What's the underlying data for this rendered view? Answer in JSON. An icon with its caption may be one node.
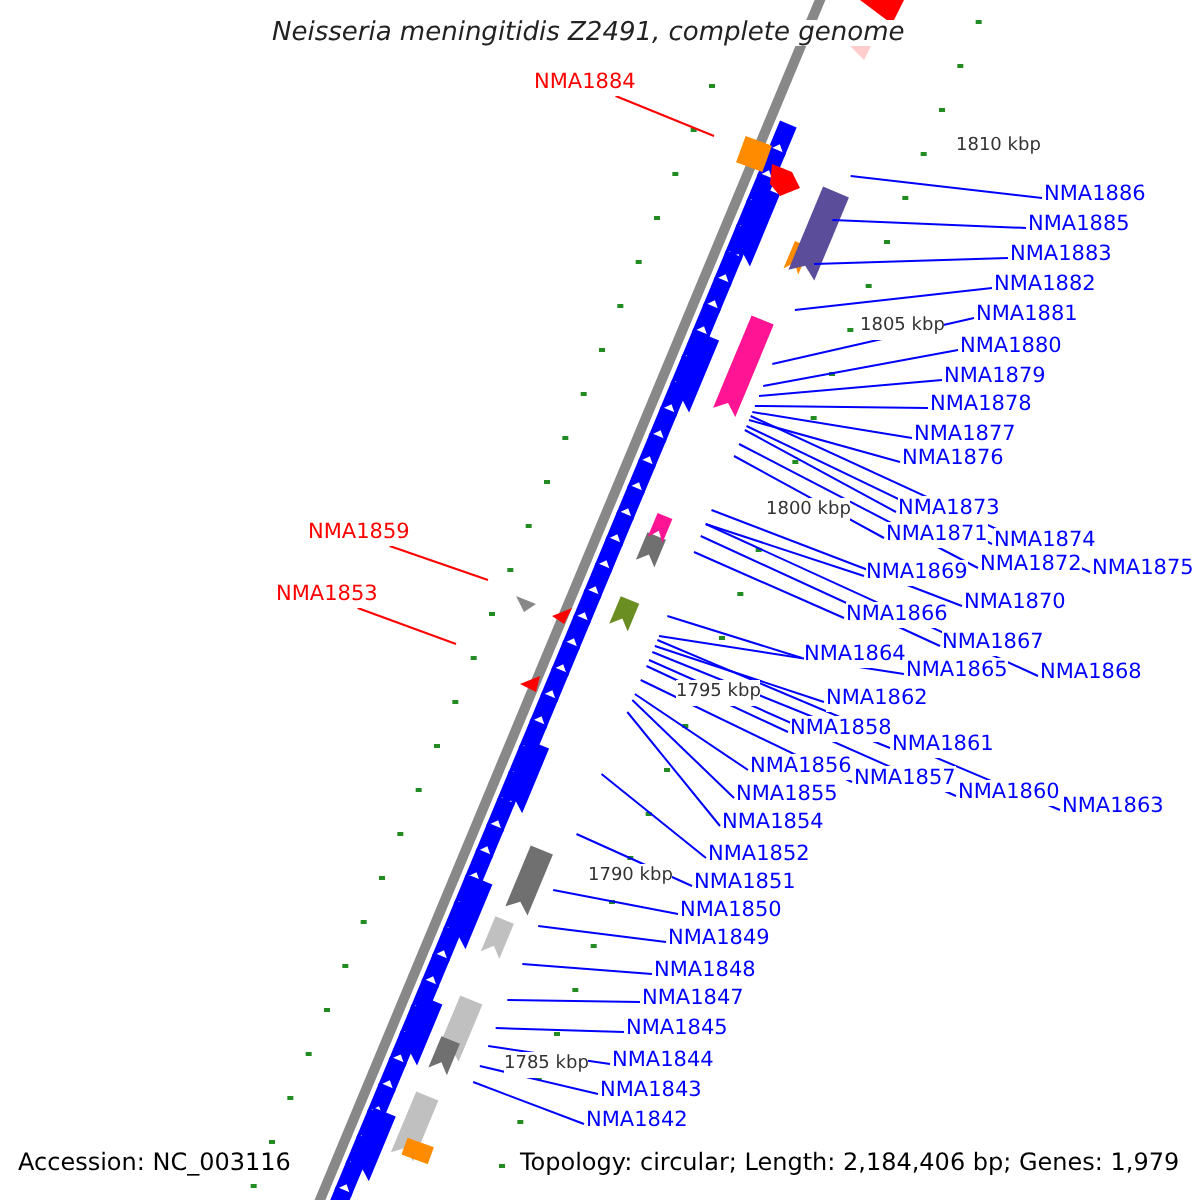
{
  "diagram": {
    "title": "Neisseria meningitidis Z2491, complete genome",
    "nodes": [
      {
        "text": [
          "NMA1884"
        ]
      },
      {
        "text": [
          "NMA1886"
        ]
      },
      {
        "text": [
          "NMA1885"
        ]
      },
      {
        "text": [
          "NMA1883"
        ]
      },
      {
        "text": [
          "NMA1882"
        ]
      },
      {
        "text": [
          "NMA1881"
        ]
      },
      {
        "text": [
          "NMA1880"
        ]
      },
      {
        "text": [
          "NMA1879"
        ]
      },
      {
        "text": [
          "NMA1878"
        ]
      },
      {
        "text": [
          "NMA1877"
        ]
      },
      {
        "text": [
          "NMA1876"
        ]
      },
      {
        "text": [
          "NMA1873"
        ]
      },
      {
        "text": [
          "NMA1859"
        ]
      },
      {
        "text": [
          "NMA1871"
        ]
      },
      {
        "text": [
          "NMA1874"
        ]
      },
      {
        "text": [
          "NMA1872"
        ]
      },
      {
        "text": [
          "NMA1875"
        ]
      },
      {
        "text": [
          "NMA1869"
        ]
      },
      {
        "text": [
          "NMA1853"
        ]
      },
      {
        "text": [
          "NMA1870"
        ]
      },
      {
        "text": [
          "NMA1866"
        ]
      },
      {
        "text": [
          "NMA1867"
        ]
      },
      {
        "text": [
          "NMA1864"
        ]
      },
      {
        "text": [
          "NMA1865"
        ]
      },
      {
        "text": [
          "NMA1868"
        ]
      },
      {
        "text": [
          "NMA1862"
        ]
      },
      {
        "text": [
          "NMA1858"
        ]
      },
      {
        "text": [
          "NMA1861"
        ]
      },
      {
        "text": [
          "NMA1856"
        ]
      },
      {
        "text": [
          "NMA1857"
        ]
      },
      {
        "text": [
          "NMA1860"
        ]
      },
      {
        "text": [
          "NMA1855"
        ]
      },
      {
        "text": [
          "NMA1863"
        ]
      },
      {
        "text": [
          "NMA1854"
        ]
      },
      {
        "text": [
          "NMA1852"
        ]
      },
      {
        "text": [
          "NMA1851"
        ]
      },
      {
        "text": [
          "NMA1850"
        ]
      },
      {
        "text": [
          "NMA1849"
        ]
      },
      {
        "text": [
          "NMA1848"
        ]
      },
      {
        "text": [
          "NMA1847"
        ]
      },
      {
        "text": [
          "NMA1845"
        ]
      },
      {
        "text": [
          "NMA1844"
        ]
      },
      {
        "text": [
          "NMA1843"
        ]
      },
      {
        "text": [
          "NMA1842"
        ]
      }
    ],
    "edges": [
      {
        "from": 0,
        "to": null,
        "arrow": "none",
        "color": "#ff0000"
      },
      {
        "from": 1,
        "to": null,
        "arrow": "none"
      },
      {
        "from": 2,
        "to": null,
        "arrow": "none"
      },
      {
        "from": 3,
        "to": null,
        "arrow": "none"
      },
      {
        "from": 4,
        "to": null,
        "arrow": "none"
      },
      {
        "from": 5,
        "to": null,
        "arrow": "none"
      },
      {
        "from": 6,
        "to": null,
        "arrow": "none"
      },
      {
        "from": 7,
        "to": null,
        "arrow": "none"
      },
      {
        "from": 8,
        "to": null,
        "arrow": "none"
      },
      {
        "from": 9,
        "to": null,
        "arrow": "none"
      },
      {
        "from": 10,
        "to": null,
        "arrow": "none"
      },
      {
        "from": 11,
        "to": null,
        "arrow": "none"
      },
      {
        "from": 12,
        "to": null,
        "arrow": "none",
        "color": "#ff0000"
      },
      {
        "from": 13,
        "to": null,
        "arrow": "none"
      },
      {
        "from": 14,
        "to": null,
        "arrow": "none"
      },
      {
        "from": 15,
        "to": null,
        "arrow": "none"
      },
      {
        "from": 16,
        "to": null,
        "arrow": "none"
      },
      {
        "from": 17,
        "to": null,
        "arrow": "none"
      },
      {
        "from": 18,
        "to": null,
        "arrow": "none",
        "color": "#ff0000"
      },
      {
        "from": 19,
        "to": null,
        "arrow": "none"
      },
      {
        "from": 20,
        "to": null,
        "arrow": "none"
      },
      {
        "from": 21,
        "to": null,
        "arrow": "none"
      },
      {
        "from": 22,
        "to": null,
        "arrow": "none"
      },
      {
        "from": 23,
        "to": null,
        "arrow": "none"
      },
      {
        "from": 24,
        "to": null,
        "arrow": "none"
      },
      {
        "from": 25,
        "to": null,
        "arrow": "none"
      },
      {
        "from": 26,
        "to": null,
        "arrow": "none"
      },
      {
        "from": 27,
        "to": null,
        "arrow": "none"
      },
      {
        "from": 28,
        "to": null,
        "arrow": "none"
      },
      {
        "from": 29,
        "to": null,
        "arrow": "none"
      },
      {
        "from": 30,
        "to": null,
        "arrow": "none"
      },
      {
        "from": 31,
        "to": null,
        "arrow": "none"
      },
      {
        "from": 32,
        "to": null,
        "arrow": "none"
      },
      {
        "from": 33,
        "to": null,
        "arrow": "none"
      },
      {
        "from": 34,
        "to": null,
        "arrow": "none"
      },
      {
        "from": 35,
        "to": null,
        "arrow": "none"
      },
      {
        "from": 36,
        "to": null,
        "arrow": "none"
      },
      {
        "from": 37,
        "to": null,
        "arrow": "none"
      },
      {
        "from": 38,
        "to": null,
        "arrow": "none"
      },
      {
        "from": 39,
        "to": null,
        "arrow": "none"
      },
      {
        "from": 40,
        "to": null,
        "arrow": "none"
      },
      {
        "from": 41,
        "to": null,
        "arrow": "none"
      },
      {
        "from": 42,
        "to": null,
        "arrow": "none"
      },
      {
        "from": 43,
        "to": null,
        "arrow": "none"
      }
    ],
    "labels": [
      "1810 kbp",
      "1805 kbp",
      "1800 kbp",
      "1795 kbp",
      "1790 kbp",
      "1785 kbp",
      "Accession: NC_003116",
      "Topology: circular; Length: 2,184,406 bp; Genes: 1,979"
    ]
  }
}
